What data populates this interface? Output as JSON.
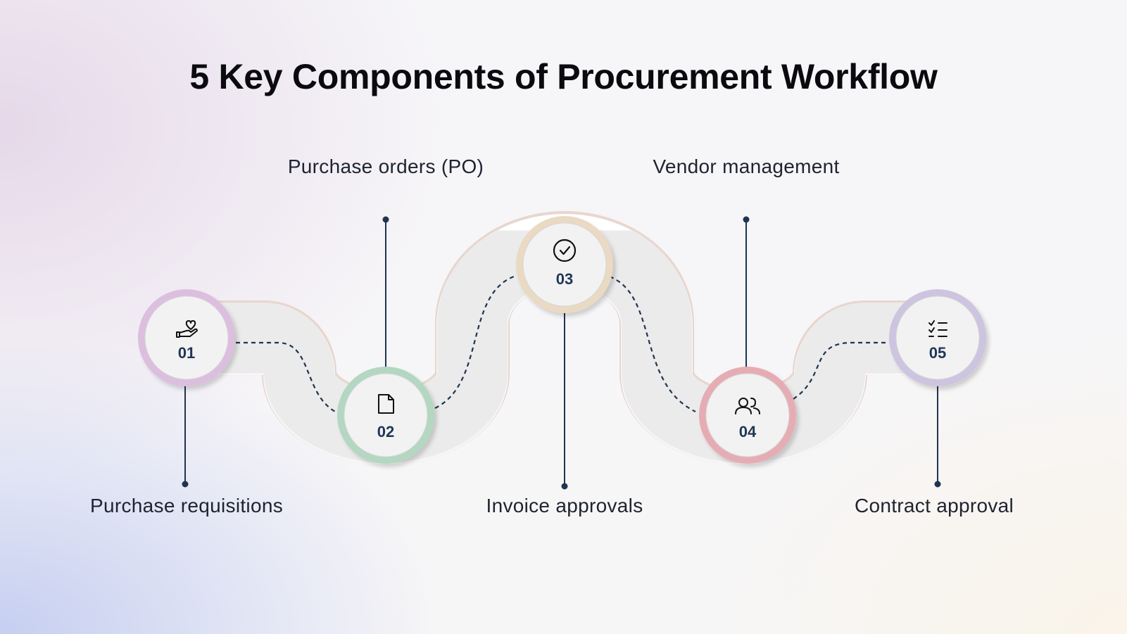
{
  "title": "5 Key Components of Procurement Workflow",
  "steps": [
    {
      "number": "01",
      "label": "Purchase requisitions",
      "icon": "hand-heart-icon",
      "color": "#dcbedf"
    },
    {
      "number": "02",
      "label": "Purchase orders (PO)",
      "icon": "document-icon",
      "color": "#b3d7c1"
    },
    {
      "number": "03",
      "label": "Invoice approvals",
      "icon": "check-circle-icon",
      "color": "#ead9c3"
    },
    {
      "number": "04",
      "label": "Vendor management",
      "icon": "users-icon",
      "color": "#e5adb3"
    },
    {
      "number": "05",
      "label": "Contract approval",
      "icon": "checklist-icon",
      "color": "#cdc4e0"
    }
  ],
  "colors": {
    "connector": "#1f3450",
    "track": "#ebebeb",
    "title": "#0b0b0f"
  }
}
